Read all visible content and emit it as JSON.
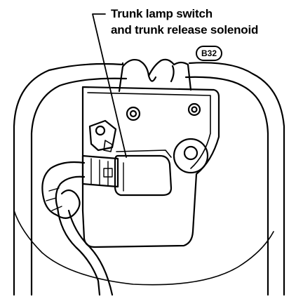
{
  "callout": {
    "line1": "Trunk lamp switch",
    "line2": "and trunk release solenoid"
  },
  "badge": {
    "code": "B32"
  },
  "colors": {
    "ink": "#000000",
    "paper": "#ffffff"
  }
}
